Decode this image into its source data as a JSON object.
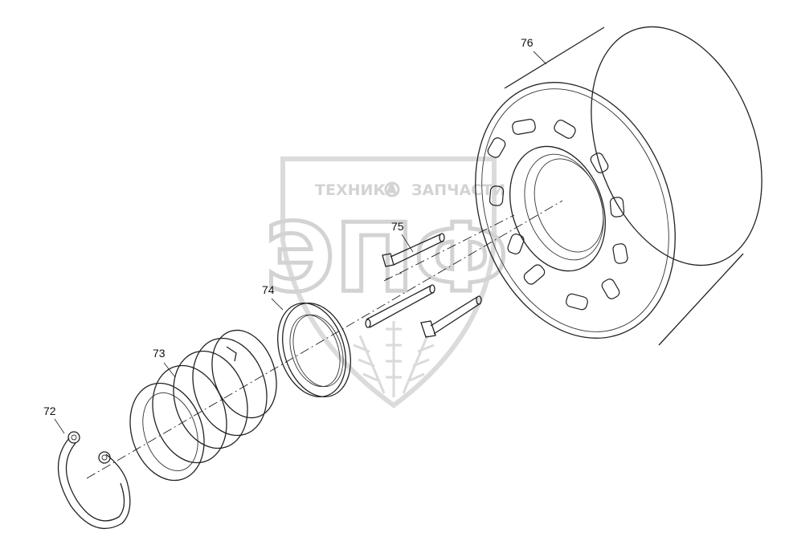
{
  "diagram": {
    "parts": [
      {
        "id": "72",
        "label": "72",
        "name": "retaining-ring"
      },
      {
        "id": "73",
        "label": "73",
        "name": "spring"
      },
      {
        "id": "74",
        "label": "74",
        "name": "washer"
      },
      {
        "id": "75",
        "label": "75",
        "name": "pins"
      },
      {
        "id": "76",
        "label": "76",
        "name": "cylinder-block"
      }
    ]
  },
  "watermark": {
    "line1_left": "ТЕХНИКА",
    "line1_right": "ЗАПЧАСТИ",
    "big_text": "ЭПФ"
  },
  "colors": {
    "line": "#222222",
    "watermark": "#cfcfcf",
    "background": "#ffffff"
  }
}
